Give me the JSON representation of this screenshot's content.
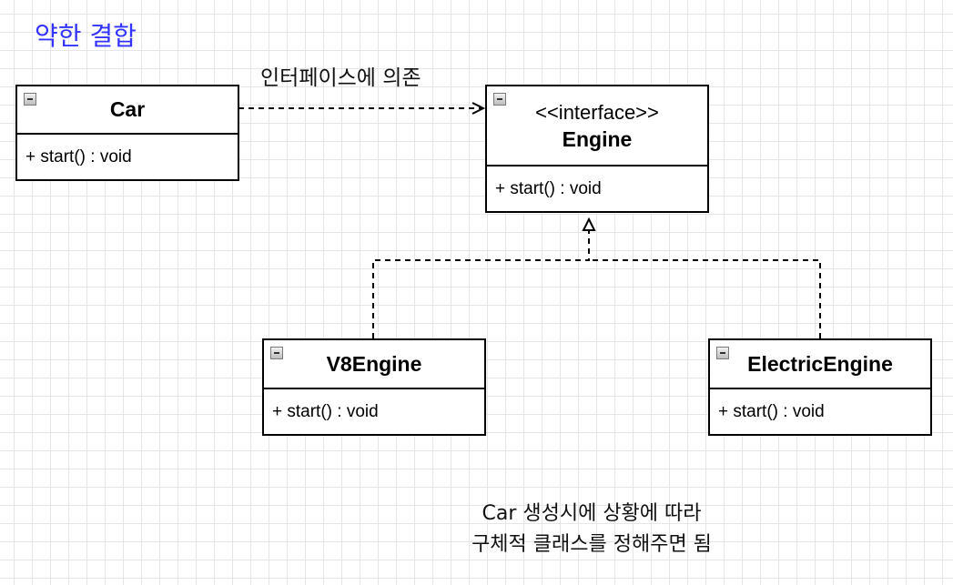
{
  "title": "약한 결합",
  "dependency_label": "인터페이스에 의존",
  "classes": {
    "car": {
      "name": "Car",
      "method": "+ start() : void"
    },
    "engine": {
      "stereotype": "<<interface>>",
      "name": "Engine",
      "method": "+ start() : void"
    },
    "v8engine": {
      "name": "V8Engine",
      "method": "+ start() : void"
    },
    "electricengine": {
      "name": "ElectricEngine",
      "method": "+ start() : void"
    }
  },
  "note": {
    "line1": "Car 생성시에 상황에 따라",
    "line2": "구체적 클래스를 정해주면 됨"
  }
}
